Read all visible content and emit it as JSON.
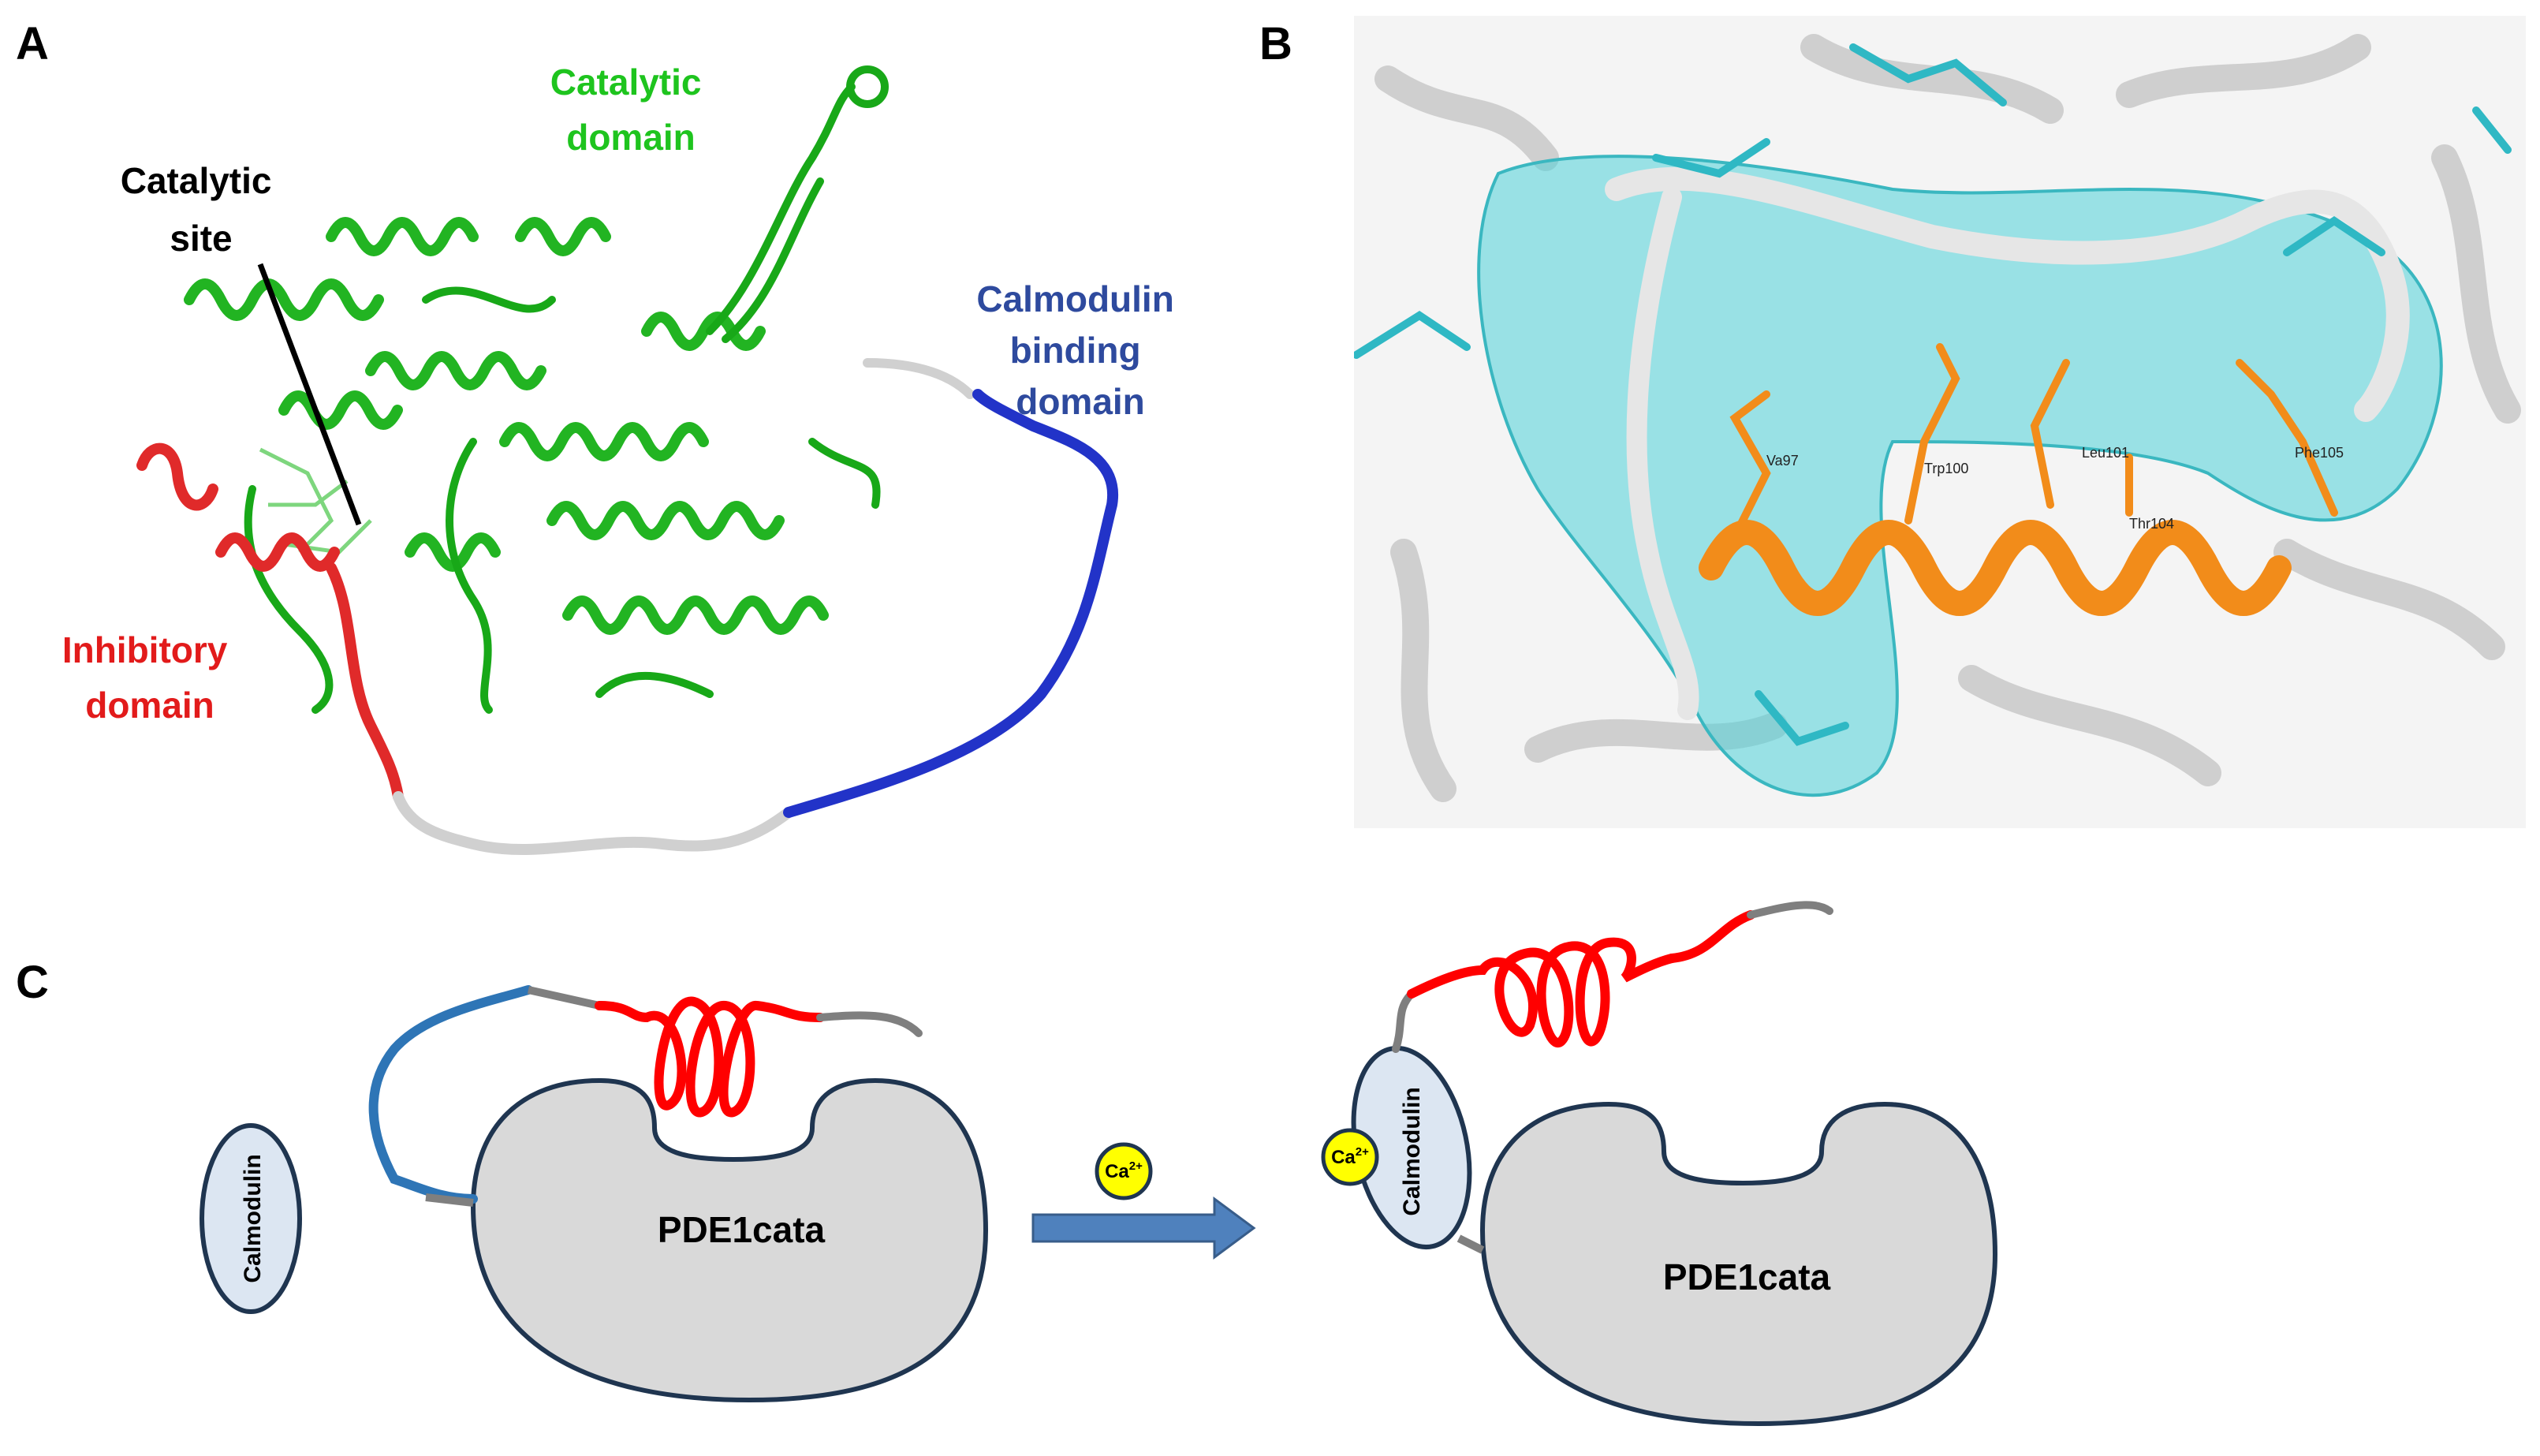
{
  "panels": {
    "a": "A",
    "b": "B",
    "c": "C"
  },
  "panel_a": {
    "catalytic_domain": [
      "Catalytic",
      "domain"
    ],
    "catalytic_site": [
      "Catalytic",
      "site"
    ],
    "calmodulin_binding_domain": [
      "Calmodulin",
      "binding",
      "domain"
    ],
    "inhibitory_domain": [
      "Inhibitory",
      "domain"
    ],
    "colors": {
      "catalytic": "#1ec41e",
      "calmodulin_binding": "#2e4a9e",
      "inhibitory": "#e21b1b",
      "site": "#000000"
    }
  },
  "panel_b": {
    "residues": [
      "Va97",
      "Trp100",
      "Leu101",
      "Thr104",
      "Phe105"
    ],
    "colors": {
      "surface": "#4fd1d9",
      "helix": "#f28c1a",
      "ribbon": "#d8d8d8"
    }
  },
  "panel_c": {
    "left": {
      "enzyme_label": "PDE1cata",
      "calmodulin_label": "Calmodulin"
    },
    "ion_label": "Ca",
    "ion_charge": "2+",
    "right": {
      "enzyme_label": "PDE1cata",
      "calmodulin_label": "Calmodulin",
      "ion_label": "Ca",
      "ion_charge": "2+"
    },
    "colors": {
      "enzyme_fill": "#d9d9d9",
      "enzyme_stroke": "#1f3550",
      "calmodulin_fill": "#dce6f2",
      "ion_fill": "#ffff00",
      "linker_blue": "#2e75b6",
      "helix_red": "#ff0000",
      "arrow": "#4f81bd"
    }
  }
}
